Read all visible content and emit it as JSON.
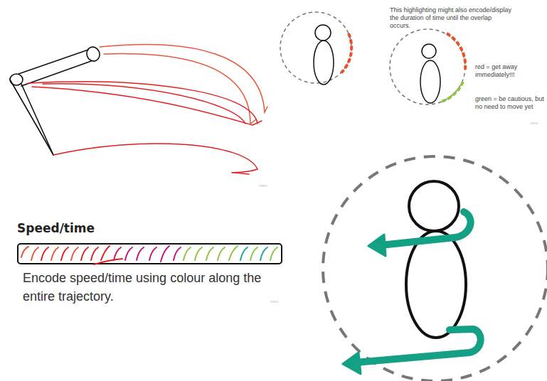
{
  "diagram": {
    "labels": [
      "This highlighting might also encode/display the duration of time until the overlap occurs.",
      "red = get away immediately!!!",
      "green = be cautious, but no need to move yet",
      "Speed/time",
      "Encode speed/time using colour along the entire trajectory.",
      "miro",
      "miro",
      "miro"
    ]
  }
}
